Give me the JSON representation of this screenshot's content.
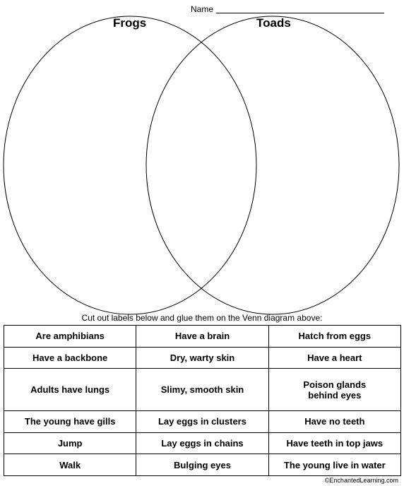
{
  "header": {
    "name_label": "Name"
  },
  "venn": {
    "left_title": "Frogs",
    "right_title": "Toads"
  },
  "instructions": "Cut out labels below and glue them on the Venn diagram above:",
  "labels": [
    [
      "Are amphibians",
      "Have a brain",
      "Hatch from eggs"
    ],
    [
      "Have a backbone",
      "Dry, warty skin",
      "Have a heart"
    ],
    [
      "Adults have lungs",
      "Slimy, smooth skin",
      "Poison glands\nbehind eyes"
    ],
    [
      "The young have gills",
      "Lay eggs in clusters",
      "Have no teeth"
    ],
    [
      "Jump",
      "Lay eggs in chains",
      "Have teeth in top jaws"
    ],
    [
      "Walk",
      "Bulging eyes",
      "The young live in water"
    ]
  ],
  "footer": "©EnchantedLearning.com"
}
